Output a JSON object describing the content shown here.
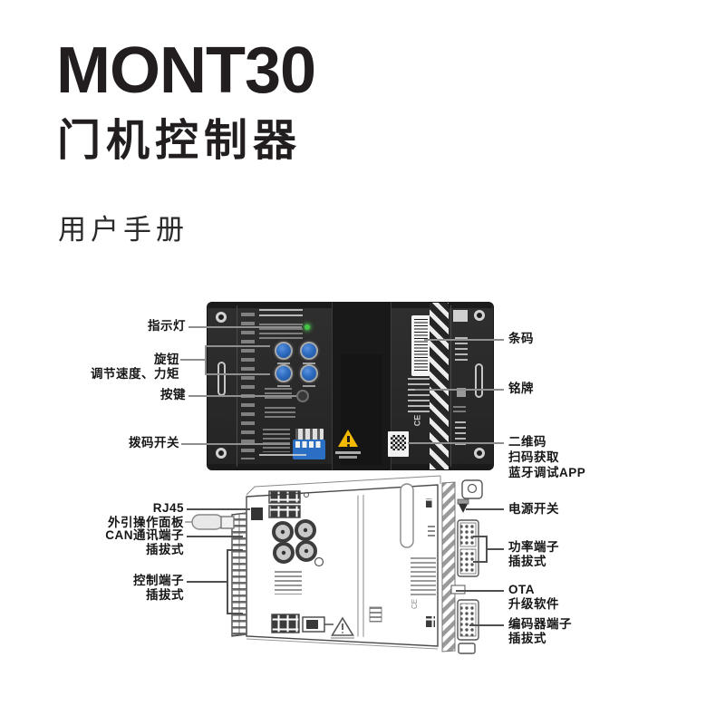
{
  "page": {
    "title": "MONT30",
    "subtitle": "门机控制器",
    "doc_type": "用户手册"
  },
  "colors": {
    "knob_blue": "#2e6cc0",
    "dip_blue": "#2b6fc4",
    "led_green": "#43c543",
    "warning_yellow": "#f3b900",
    "leader_gray": "#8f8f8f",
    "leader_dark": "#4f4f4f"
  },
  "markings": {
    "ce": "CE"
  },
  "diagram_front": {
    "left_labels": [
      {
        "id": "indicator-light",
        "lines": [
          "指示灯"
        ]
      },
      {
        "id": "knobs",
        "lines": [
          "旋钮",
          "调节速度、力矩"
        ]
      },
      {
        "id": "button",
        "lines": [
          "按键"
        ]
      },
      {
        "id": "dip-switch",
        "lines": [
          "拨码开关"
        ]
      }
    ],
    "right_labels": [
      {
        "id": "barcode",
        "lines": [
          "条码"
        ]
      },
      {
        "id": "nameplate",
        "lines": [
          "铭牌"
        ]
      },
      {
        "id": "qr-code",
        "lines": [
          "二维码",
          "扫码获取",
          "蓝牙调试APP"
        ]
      }
    ]
  },
  "diagram_side": {
    "left_labels": [
      {
        "id": "rj45",
        "lines": [
          "RJ45",
          "外引操作面板"
        ]
      },
      {
        "id": "can-terminal",
        "lines": [
          "CAN通讯端子",
          "插拔式"
        ]
      },
      {
        "id": "control-terminal",
        "lines": [
          "控制端子",
          "插拔式"
        ]
      }
    ],
    "right_labels": [
      {
        "id": "power-switch",
        "lines": [
          "电源开关"
        ]
      },
      {
        "id": "power-terminal",
        "lines": [
          "功率端子",
          "插拔式"
        ]
      },
      {
        "id": "ota",
        "lines": [
          "OTA",
          "升级软件"
        ]
      },
      {
        "id": "encoder-terminal",
        "lines": [
          "编码器端子",
          "插拔式"
        ]
      }
    ]
  }
}
